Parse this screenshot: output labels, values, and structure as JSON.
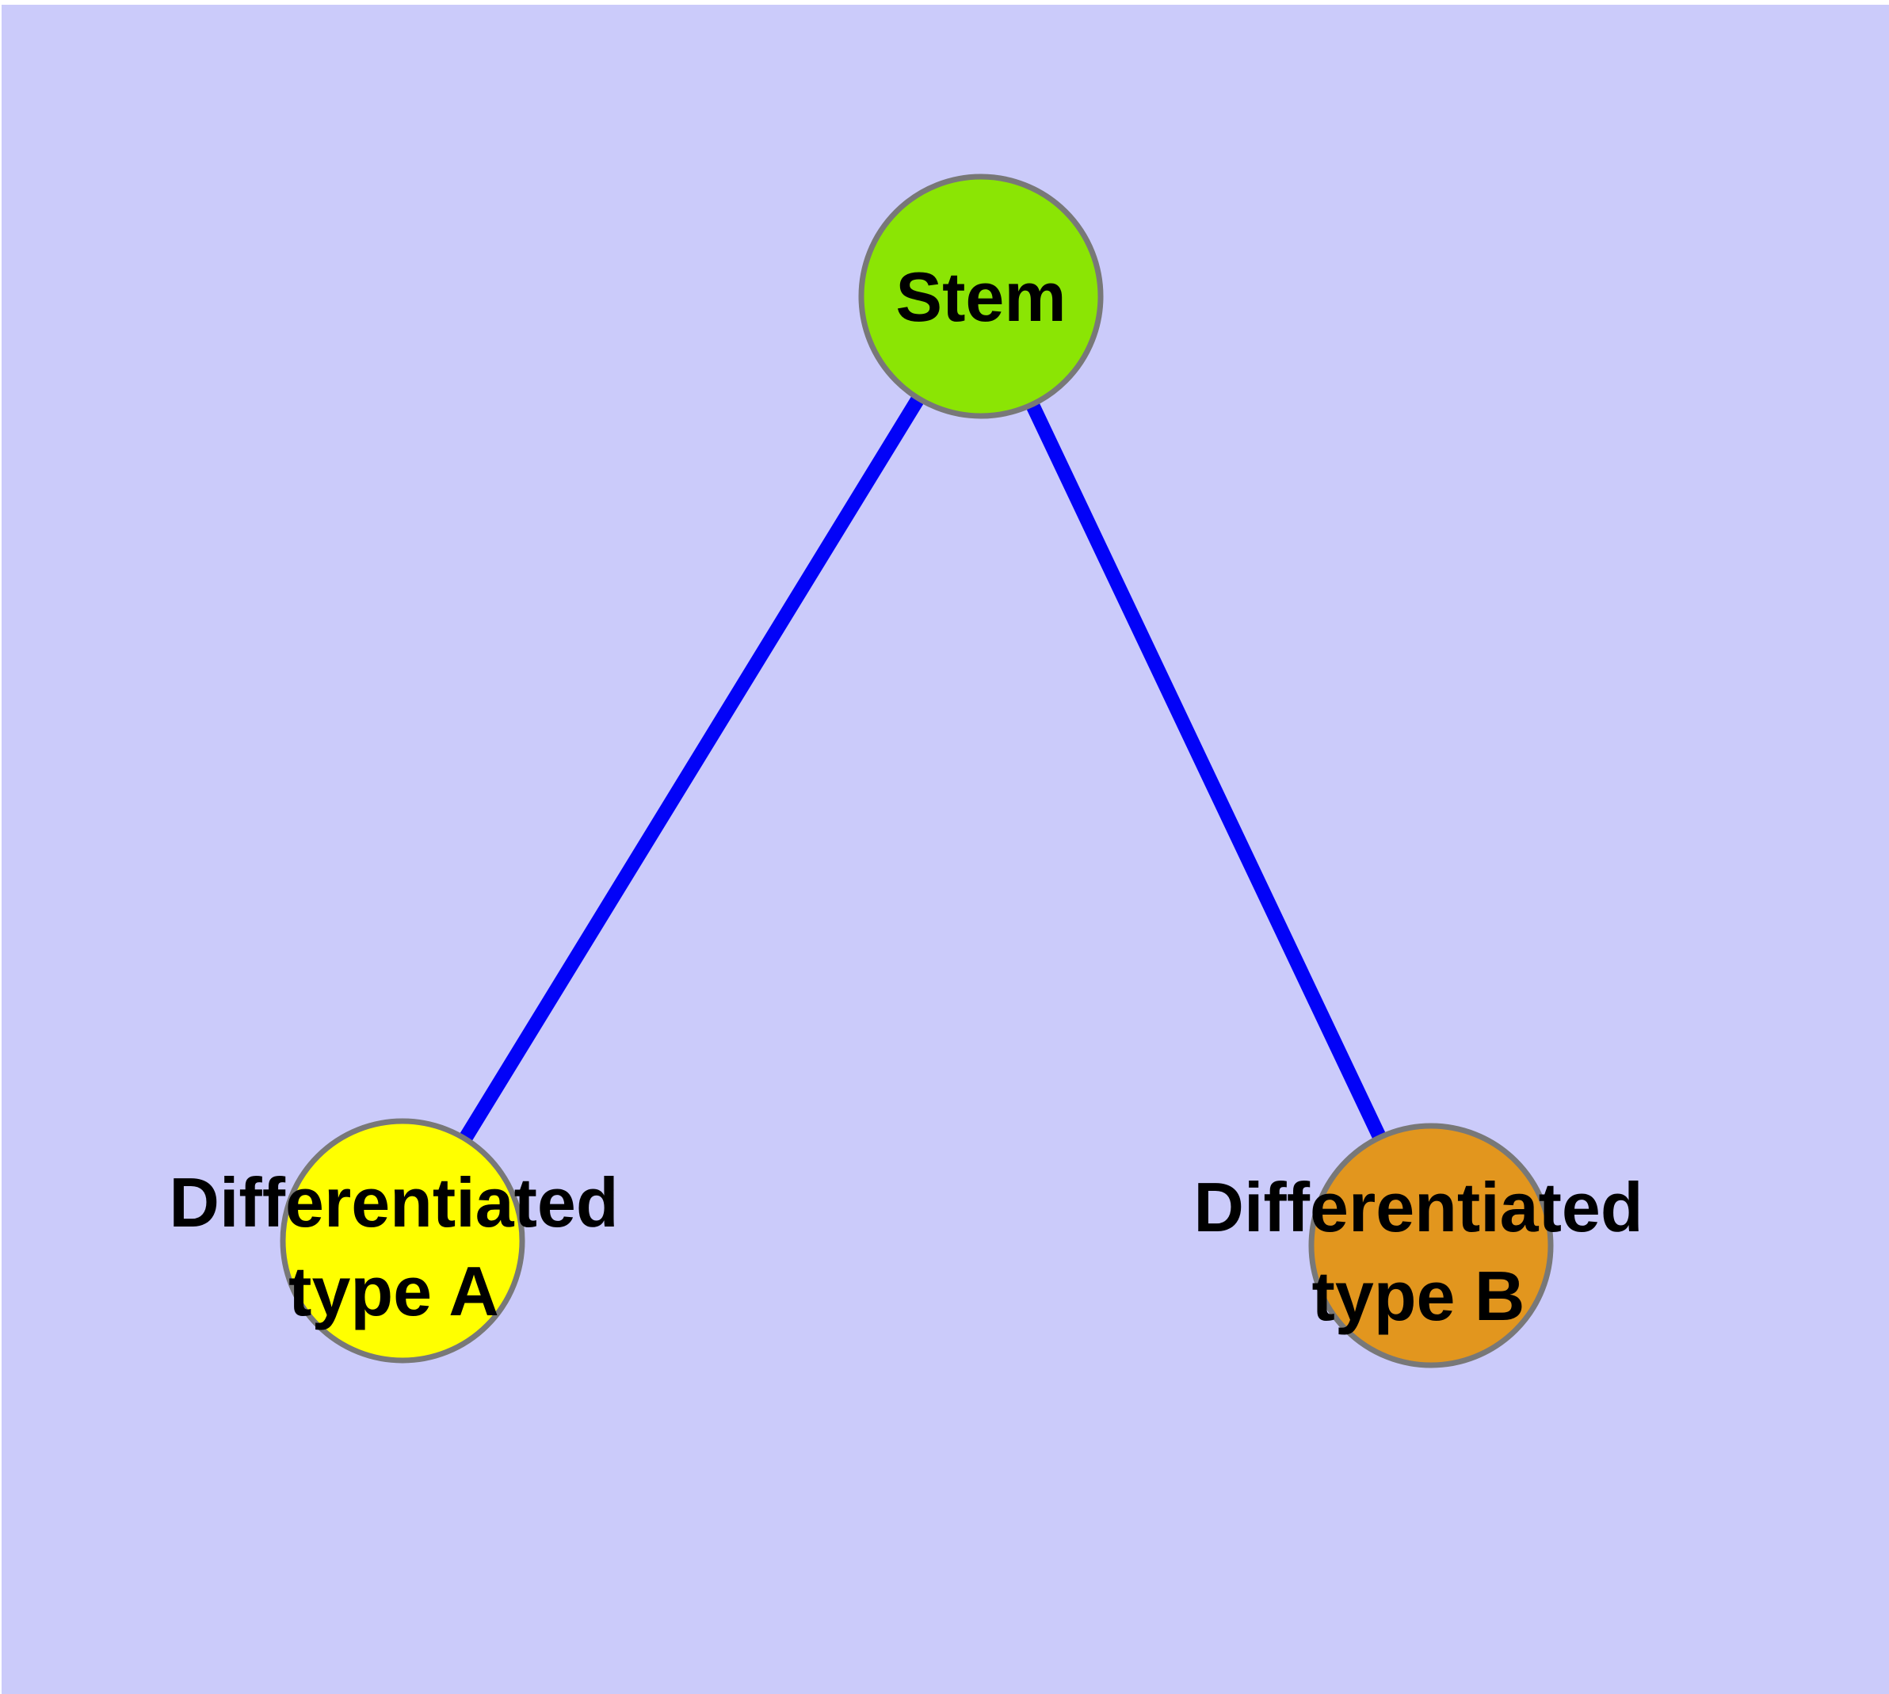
{
  "canvas": {
    "background_color": "#CBCBFA",
    "margin_color": "#FFFFFF"
  },
  "diagram": {
    "type": "graph",
    "edge_color": "#0202F8",
    "node_border_color": "#787878",
    "label_color": "#000000",
    "nodes": {
      "stem": {
        "label": "Stem",
        "fill": "#8BE504"
      },
      "type_a": {
        "label": "Differentiated type A",
        "line1": "Differentiated",
        "line2": "type A",
        "fill": "#FFFF00"
      },
      "type_b": {
        "label": "Differentiated type B",
        "line1": "Differentiated",
        "line2": "type B",
        "fill": "#E2961E"
      }
    },
    "edges": [
      {
        "from": "Stem",
        "to": "Differentiated type A"
      },
      {
        "from": "Stem",
        "to": "Differentiated type B"
      }
    ]
  }
}
